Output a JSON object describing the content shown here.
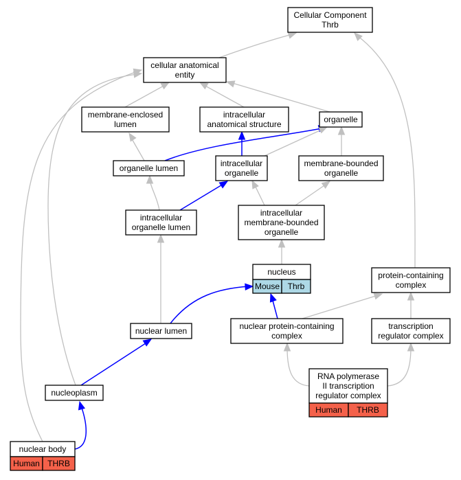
{
  "colors": {
    "edge_is_a": "#c0c0c0",
    "edge_annotation": "#0000ff",
    "mouse_tag": "#add8e6",
    "human_tag": "#f4614a",
    "border": "#000000"
  },
  "nodes": {
    "root": {
      "lines": [
        "Cellular Component",
        "Thrb"
      ]
    },
    "cae": {
      "lines": [
        "cellular anatomical",
        "entity"
      ]
    },
    "mel": {
      "lines": [
        "membrane-enclosed",
        "lumen"
      ]
    },
    "ias": {
      "lines": [
        "intracellular",
        "anatomical structure"
      ]
    },
    "org": {
      "lines": [
        "organelle"
      ]
    },
    "orgl": {
      "lines": [
        "organelle lumen"
      ]
    },
    "io": {
      "lines": [
        "intracellular",
        "organelle"
      ]
    },
    "mbo": {
      "lines": [
        "membrane-bounded",
        "organelle"
      ]
    },
    "iol": {
      "lines": [
        "intracellular",
        "organelle lumen"
      ]
    },
    "imbo": {
      "lines": [
        "intracellular",
        "membrane-bounded",
        "organelle"
      ]
    },
    "nuc": {
      "lines": [
        "nucleus"
      ],
      "tags": [
        "Mouse",
        "Thrb"
      ]
    },
    "pcc": {
      "lines": [
        "protein-containing",
        "complex"
      ]
    },
    "nl": {
      "lines": [
        "nuclear lumen"
      ]
    },
    "npcc": {
      "lines": [
        "nuclear protein-containing",
        "complex"
      ]
    },
    "trc": {
      "lines": [
        "transcription",
        "regulator complex"
      ]
    },
    "np": {
      "lines": [
        "nucleoplasm"
      ]
    },
    "rnap": {
      "lines": [
        "RNA polymerase",
        "II transcription",
        "regulator complex"
      ],
      "tags": [
        "Human",
        "THRB"
      ]
    },
    "nb": {
      "lines": [
        "nuclear body"
      ],
      "tags": [
        "Human",
        "THRB"
      ]
    }
  },
  "edges": [
    {
      "from": "cae",
      "to": "root",
      "kind": "is_a"
    },
    {
      "from": "pcc",
      "to": "root",
      "kind": "is_a"
    },
    {
      "from": "mel",
      "to": "cae",
      "kind": "is_a"
    },
    {
      "from": "ias",
      "to": "cae",
      "kind": "is_a"
    },
    {
      "from": "org",
      "to": "cae",
      "kind": "is_a"
    },
    {
      "from": "nb",
      "to": "cae",
      "kind": "is_a"
    },
    {
      "from": "np",
      "to": "cae",
      "kind": "is_a"
    },
    {
      "from": "orgl",
      "to": "mel",
      "kind": "is_a"
    },
    {
      "from": "orgl",
      "to": "org",
      "kind": "annotation"
    },
    {
      "from": "io",
      "to": "ias",
      "kind": "annotation"
    },
    {
      "from": "io",
      "to": "org",
      "kind": "is_a"
    },
    {
      "from": "mbo",
      "to": "org",
      "kind": "is_a"
    },
    {
      "from": "iol",
      "to": "orgl",
      "kind": "is_a"
    },
    {
      "from": "iol",
      "to": "io",
      "kind": "annotation"
    },
    {
      "from": "imbo",
      "to": "io",
      "kind": "is_a"
    },
    {
      "from": "imbo",
      "to": "mbo",
      "kind": "is_a"
    },
    {
      "from": "nuc",
      "to": "imbo",
      "kind": "is_a"
    },
    {
      "from": "nl",
      "to": "iol",
      "kind": "is_a"
    },
    {
      "from": "nl",
      "to": "nuc",
      "kind": "annotation"
    },
    {
      "from": "npcc",
      "to": "nuc",
      "kind": "annotation"
    },
    {
      "from": "npcc",
      "to": "pcc",
      "kind": "is_a"
    },
    {
      "from": "trc",
      "to": "pcc",
      "kind": "is_a"
    },
    {
      "from": "np",
      "to": "nl",
      "kind": "annotation"
    },
    {
      "from": "rnap",
      "to": "npcc",
      "kind": "is_a"
    },
    {
      "from": "rnap",
      "to": "trc",
      "kind": "is_a"
    },
    {
      "from": "nb",
      "to": "np",
      "kind": "annotation"
    }
  ]
}
